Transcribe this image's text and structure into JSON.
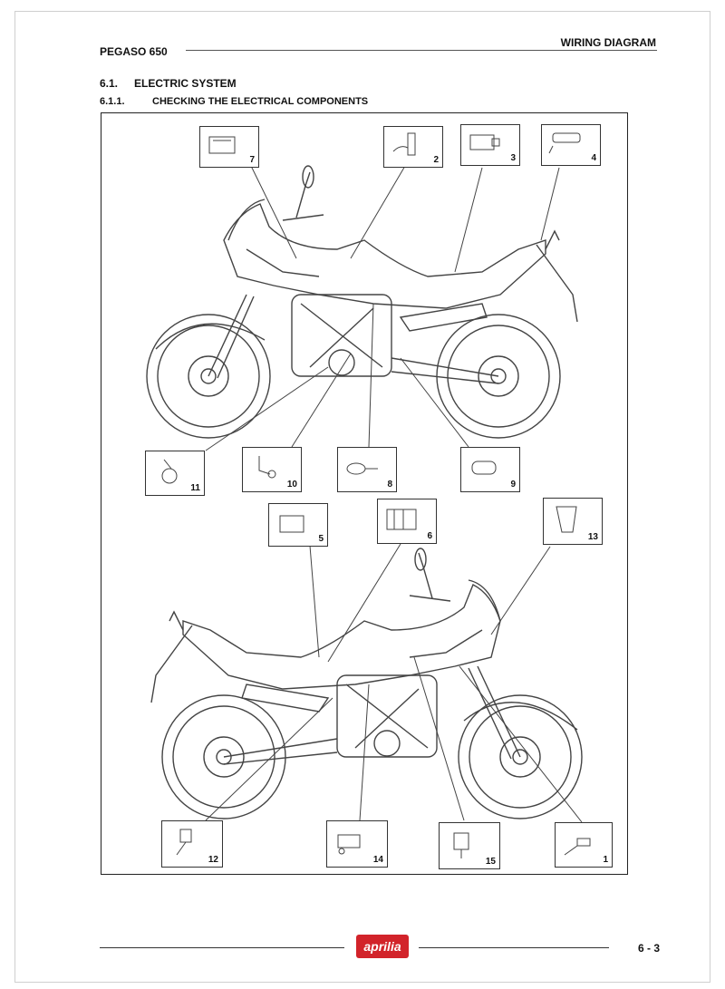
{
  "header": {
    "model": "PEGASO 650",
    "section_title": "WIRING DIAGRAM"
  },
  "sections": {
    "s1_number": "6.1.",
    "s1_title": "ELECTRIC SYSTEM",
    "s2_number": "6.1.1.",
    "s2_title": "CHECKING THE ELECTRICAL COMPONENTS"
  },
  "callouts": [
    "7",
    "2",
    "3",
    "4",
    "11",
    "10",
    "8",
    "9",
    "5",
    "6",
    "13",
    "12",
    "14",
    "15",
    "1"
  ],
  "footer": {
    "brand": "aprilia",
    "page_number": "6 - 3"
  }
}
